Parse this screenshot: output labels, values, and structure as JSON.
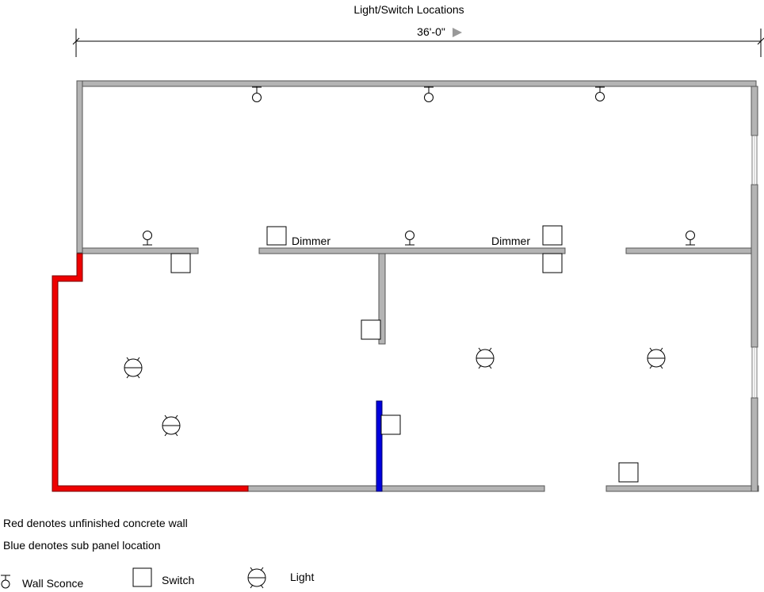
{
  "title": "Light/Switch Locations",
  "dimension": "36'-0\"",
  "labels": {
    "dimmer_left": "Dimmer",
    "dimmer_right": "Dimmer"
  },
  "notes": {
    "red": "Red denotes unfinished concrete wall",
    "blue": "Blue denotes sub panel location"
  },
  "legend": {
    "sconce": "Wall Sconce",
    "switch": "Switch",
    "light": "Light"
  },
  "colors": {
    "wall": "#b4b4b4",
    "concrete": "#ee0000",
    "sub_panel": "#0000dd"
  },
  "icons": [
    "wall-sconce-icon",
    "switch-icon",
    "light-icon",
    "arrow-right-icon"
  ]
}
